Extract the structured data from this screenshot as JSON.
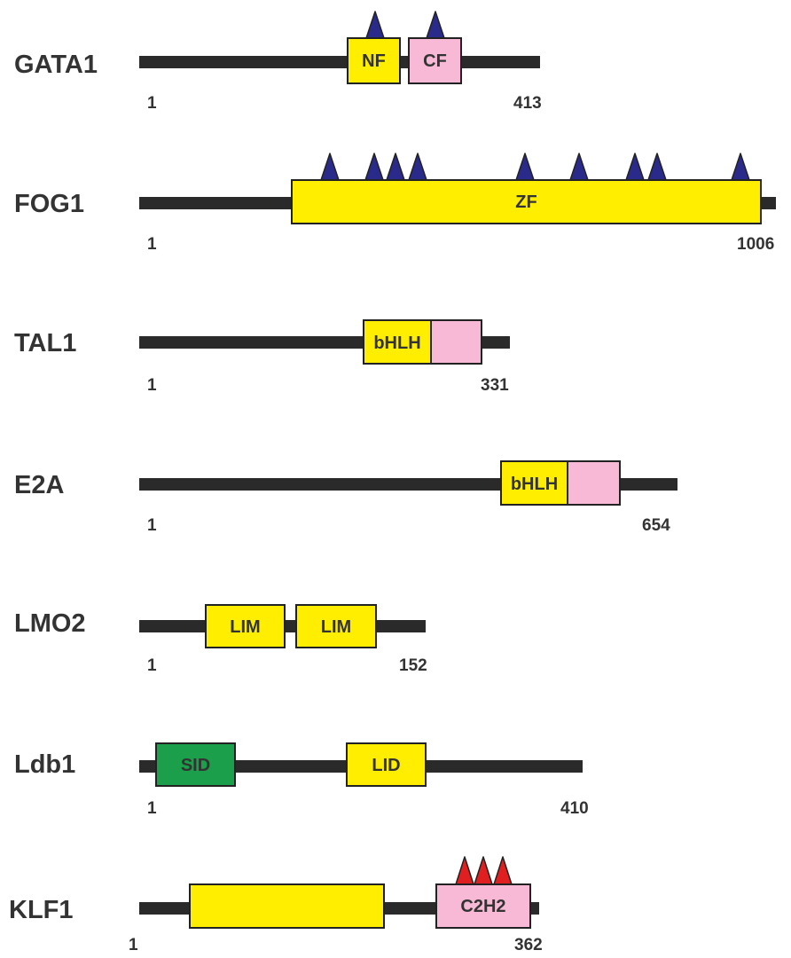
{
  "colors": {
    "backbone": "#2a2a2a",
    "yellow": "#ffee00",
    "pink": "#f7b9d6",
    "green": "#1c9f4a",
    "navy_marker": "#2a2a8a",
    "red_marker": "#e02020",
    "outline": "#222222",
    "text": "#333333"
  },
  "proteins": [
    {
      "name": "GATA1",
      "start": "1",
      "end": "413",
      "domains": [
        {
          "label": "NF",
          "color": "yellow"
        },
        {
          "label": "CF",
          "color": "pink"
        }
      ],
      "markers": {
        "count": 2,
        "color": "navy_marker"
      }
    },
    {
      "name": "FOG1",
      "start": "1",
      "end": "1006",
      "domains": [
        {
          "label": "ZF",
          "color": "yellow"
        }
      ],
      "markers": {
        "count": 9,
        "color": "navy_marker"
      }
    },
    {
      "name": "TAL1",
      "start": "1",
      "end": "331",
      "domains": [
        {
          "label": "bHLH",
          "color": "yellow"
        },
        {
          "label": "",
          "color": "pink"
        }
      ]
    },
    {
      "name": "E2A",
      "start": "1",
      "end": "654",
      "domains": [
        {
          "label": "bHLH",
          "color": "yellow"
        },
        {
          "label": "",
          "color": "pink"
        }
      ]
    },
    {
      "name": "LMO2",
      "start": "1",
      "end": "152",
      "domains": [
        {
          "label": "LIM",
          "color": "yellow"
        },
        {
          "label": "LIM",
          "color": "yellow"
        }
      ]
    },
    {
      "name": "Ldb1",
      "start": "1",
      "end": "410",
      "domains": [
        {
          "label": "SID",
          "color": "green"
        },
        {
          "label": "LID",
          "color": "yellow"
        }
      ]
    },
    {
      "name": "KLF1",
      "start": "1",
      "end": "362",
      "domains": [
        {
          "label": "",
          "color": "yellow"
        },
        {
          "label": "C2H2",
          "color": "pink"
        }
      ],
      "markers": {
        "count": 3,
        "color": "red_marker"
      }
    }
  ]
}
